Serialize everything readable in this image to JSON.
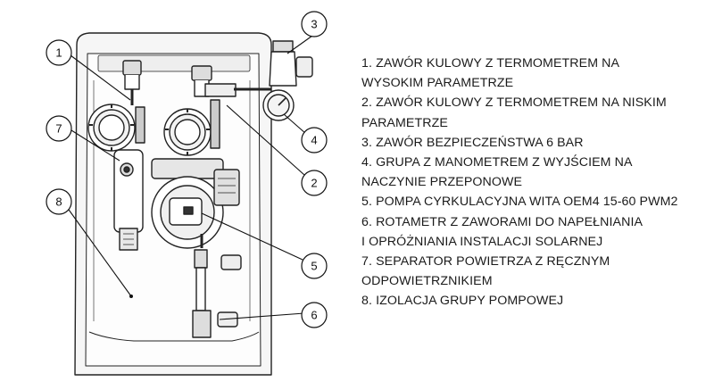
{
  "callouts": [
    {
      "number": "1"
    },
    {
      "number": "2"
    },
    {
      "number": "3"
    },
    {
      "number": "4"
    },
    {
      "number": "5"
    },
    {
      "number": "6"
    },
    {
      "number": "7"
    },
    {
      "number": "8"
    }
  ],
  "legend": [
    {
      "line1": "1. ZAWÓR KULOWY Z TERMOMETREM NA",
      "line2": "WYSOKIM PARAMETRZE"
    },
    {
      "line1": "2. ZAWÓR KULOWY Z TERMOMETREM NA NISKIM",
      "line2": "PARAMETRZE"
    },
    {
      "line1": "3. ZAWÓR BEZPIECZEŃSTWA 6 BAR",
      "line2": ""
    },
    {
      "line1": "4. GRUPA Z MANOMETREM Z WYJŚCIEM NA",
      "line2": "NACZYNIE PRZEPONOWE"
    },
    {
      "line1": "5. POMPA CYRKULACYJNA WITA OEM4 15-60 PWM2",
      "line2": ""
    },
    {
      "line1": "6. ROTAMETR Z ZAWORAMI DO NAPEŁNIANIA",
      "line2": "I OPRÓŻNIANIA INSTALACJI SOLARNEJ"
    },
    {
      "line1": "7. SEPARATOR POWIETRZA Z RĘCZNYM",
      "line2": "ODPOWIETRZNIKIEM"
    },
    {
      "line1": "8. IZOLACJA GRUPY POMPOWEJ",
      "line2": ""
    }
  ]
}
